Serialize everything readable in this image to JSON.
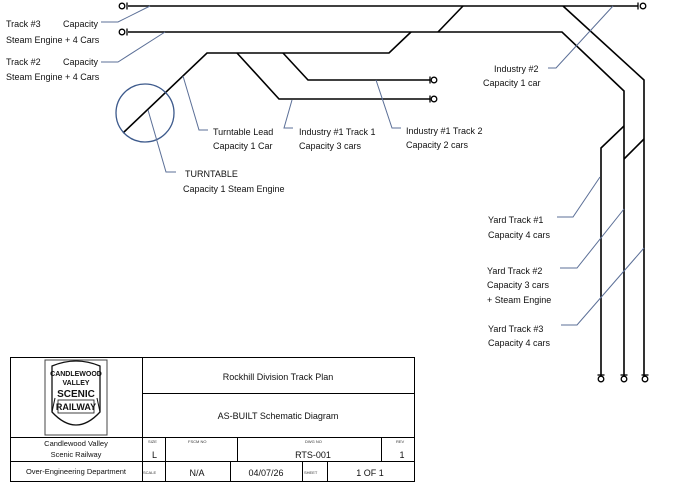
{
  "diagram": {
    "labels": {
      "track3": {
        "name": "Track #3",
        "cap": "Capacity",
        "detail": "Steam Engine + 4 Cars"
      },
      "track2": {
        "name": "Track #2",
        "cap": "Capacity",
        "detail": "Steam Engine + 4 Cars"
      },
      "turntable_lead": {
        "name": "Turntable Lead",
        "detail": "Capacity 1 Car"
      },
      "industry1_track1": {
        "name": "Industry #1 Track 1",
        "detail": "Capacity 3 cars"
      },
      "industry1_track2": {
        "name": "Industry #1 Track 2",
        "detail": "Capacity 2 cars"
      },
      "turntable": {
        "name": "TURNTABLE",
        "detail": "Capacity 1 Steam Engine"
      },
      "industry2": {
        "name": "Industry #2",
        "detail": "Capacity 1 car"
      },
      "yard1": {
        "name": "Yard Track #1",
        "detail": "Capacity 4 cars"
      },
      "yard2": {
        "name": "Yard Track #2",
        "detail": "Capacity 3 cars",
        "extra": "+ Steam Engine"
      },
      "yard3": {
        "name": "Yard Track #3",
        "detail": "Capacity 4 cars"
      }
    },
    "colors": {
      "track": "#000000",
      "leader": "#5b6f97"
    }
  },
  "title_block": {
    "logo": {
      "line1": "CANDLEWOOD",
      "line2": "VALLEY",
      "line3": "SCENIC",
      "line4": "RAILWAY"
    },
    "title": "Rockhill Division Track Plan",
    "subtitle": "AS-BUILT Schematic Diagram",
    "company_line1": "Candlewood Valley",
    "company_line2": "Scenic Railway",
    "department": "Over-Engineering Department",
    "size_label": "SIZE",
    "size": "L",
    "fscm_label": "FSCM NO",
    "dwg_label": "DWG NO",
    "dwg_no": "RTS-001",
    "rev_label": "REV",
    "rev": "1",
    "scale_label": "SCALE",
    "scale": "N/A",
    "date": "04/07/26",
    "sheet_label": "SHEET",
    "sheet": "1 OF 1"
  }
}
